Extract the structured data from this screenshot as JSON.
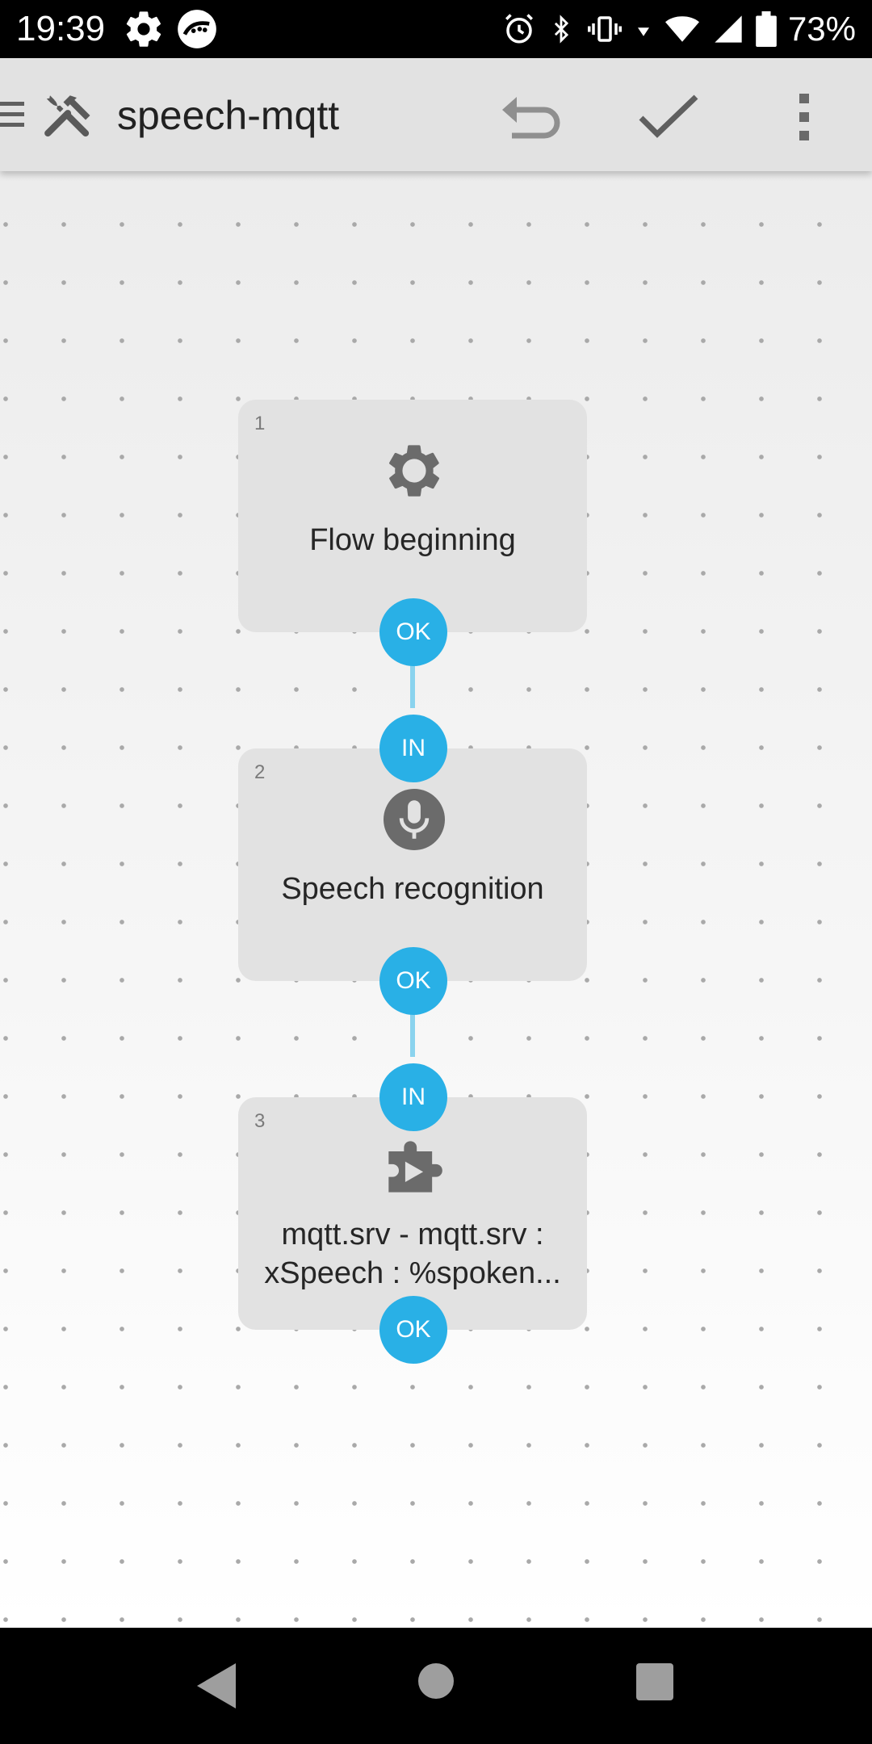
{
  "status_bar": {
    "time": "19:39",
    "battery_percent": "73%",
    "left_icons": [
      "settings-gear-icon",
      "app-notification-icon"
    ],
    "right_icons": [
      "alarm-icon",
      "bluetooth-icon",
      "vibrate-icon",
      "wifi-icon",
      "cell-signal-icon",
      "battery-icon"
    ]
  },
  "toolbar": {
    "title": "speech-mqtt",
    "app_icon": "tools-icon",
    "actions": [
      "undo-icon",
      "checkmark-icon",
      "more-vert-icon"
    ]
  },
  "flow": {
    "blocks": [
      {
        "number": "1",
        "label": "Flow beginning",
        "icon": "gear-icon",
        "in_port": "",
        "out_port": "OK"
      },
      {
        "number": "2",
        "label": "Speech recognition",
        "icon": "microphone-icon",
        "in_port": "IN",
        "out_port": "OK"
      },
      {
        "number": "3",
        "label_line1": "mqtt.srv - mqtt.srv :",
        "label_line2": "xSpeech : %spoken...",
        "icon": "plugin-puzzle-icon",
        "in_port": "IN",
        "out_port": "OK"
      }
    ]
  },
  "nav_bar": {
    "buttons": [
      "back-icon",
      "home-icon",
      "recents-icon"
    ]
  },
  "colors": {
    "port_fill": "#29b0e6",
    "connector": "#8ad3ee",
    "block_fill": "#e2e2e2",
    "toolbar_bg": "#e2e2e2"
  }
}
